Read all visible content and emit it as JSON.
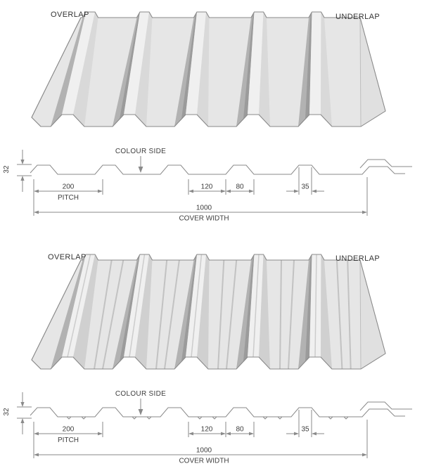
{
  "colors": {
    "line": "#8a8a8a",
    "text": "#3d3d3d",
    "pan": "#e6e6e6",
    "rib_top_face": "#f0f0f0",
    "rib_shadow_face": "#b2b2b2",
    "rib_shadow_dark": "#9b9b9b",
    "rib_light_face": "#d9d9d9",
    "background": "#ffffff"
  },
  "sections": [
    {
      "view3d": {
        "overlap": "OVERLAP",
        "underlap": "UNDERLAP"
      },
      "cross_section": {
        "colour_side": "COLOUR SIDE",
        "height": "32",
        "pitch_value": "200",
        "pitch_label": "PITCH",
        "valley_width": "120",
        "rib_base_width": "80",
        "rib_top_width": "35",
        "cover_value": "1000",
        "cover_label": "COVER WIDTH"
      }
    },
    {
      "view3d": {
        "overlap": "OVERLAP",
        "underlap": "UNDERLAP"
      },
      "cross_section": {
        "colour_side": "COLOUR SIDE",
        "height": "32",
        "pitch_value": "200",
        "pitch_label": "PITCH",
        "valley_width": "120",
        "rib_base_width": "80",
        "rib_top_width": "35",
        "cover_value": "1000",
        "cover_label": "COVER WIDTH"
      }
    }
  ]
}
